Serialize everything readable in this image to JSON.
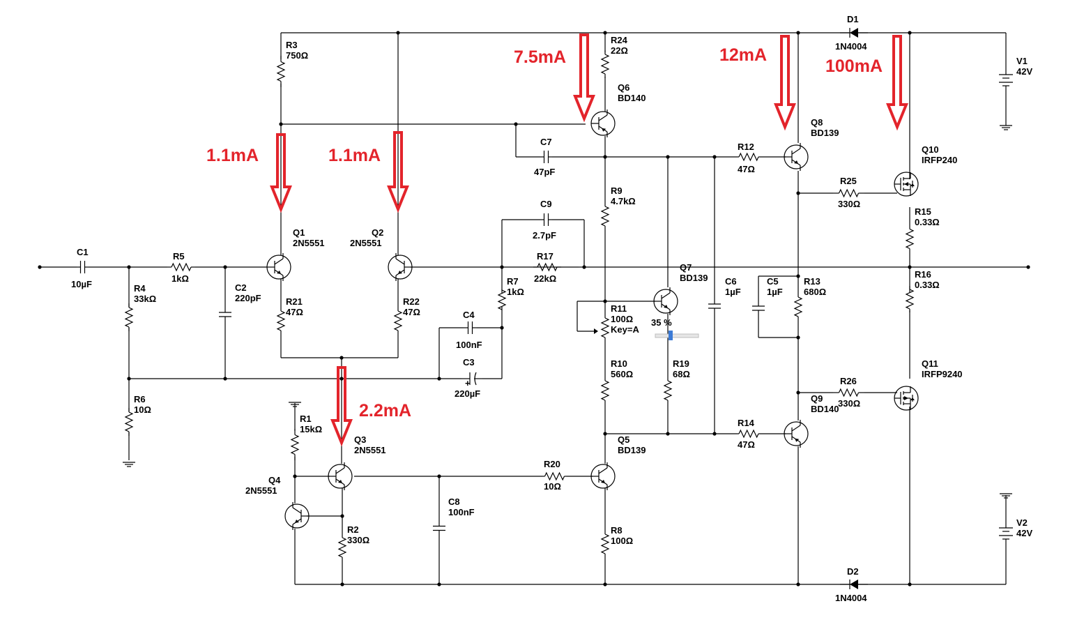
{
  "labels": {
    "C1": [
      "C1",
      "10µF"
    ],
    "R5": [
      "R5",
      "1kΩ"
    ],
    "R4": [
      "R4",
      "33kΩ"
    ],
    "C2": [
      "C2",
      "220pF"
    ],
    "R6": [
      "R6",
      "10Ω"
    ],
    "R3": [
      "R3",
      "750Ω"
    ],
    "Q1": [
      "Q1",
      "2N5551"
    ],
    "Q2": [
      "Q2",
      "2N5551"
    ],
    "R21": [
      "R21",
      "47Ω"
    ],
    "R22": [
      "R22",
      "47Ω"
    ],
    "R1": [
      "R1",
      "15kΩ"
    ],
    "Q3": [
      "Q3",
      "2N5551"
    ],
    "Q4": [
      "Q4",
      "2N5551"
    ],
    "R2": [
      "R2",
      "330Ω"
    ],
    "C8": [
      "C8",
      "100nF"
    ],
    "C4": [
      "C4",
      "100nF"
    ],
    "C3": [
      "C3",
      "220µF"
    ],
    "R7": [
      "R7",
      "1kΩ"
    ],
    "C9": [
      "C9",
      "2.7pF"
    ],
    "R17": [
      "R17",
      "22kΩ"
    ],
    "C7": [
      "C7",
      "47pF"
    ],
    "R20": [
      "R20",
      "10Ω"
    ],
    "R24": [
      "R24",
      "22Ω"
    ],
    "Q6": [
      "Q6",
      "BD140"
    ],
    "R9": [
      "R9",
      "4.7kΩ"
    ],
    "R11": [
      "R11",
      "100Ω",
      "Key=A"
    ],
    "R10": [
      "R10",
      "560Ω"
    ],
    "Q5": [
      "Q5",
      "BD139"
    ],
    "R8": [
      "R8",
      "100Ω"
    ],
    "Q7": [
      "Q7",
      "BD139"
    ],
    "R19": [
      "R19",
      "68Ω"
    ],
    "C6": [
      "C6",
      "1µF"
    ],
    "C5": [
      "C5",
      "1µF"
    ],
    "R13": [
      "R13",
      "680Ω"
    ],
    "R12": [
      "R12",
      "47Ω"
    ],
    "R14": [
      "R14",
      "47Ω"
    ],
    "Q8": [
      "Q8",
      "BD139"
    ],
    "Q9": [
      "Q9",
      "BD140"
    ],
    "R25": [
      "R25",
      "330Ω"
    ],
    "R26": [
      "R26",
      "330Ω"
    ],
    "Q10": [
      "Q10",
      "IRFP240"
    ],
    "Q11": [
      "Q11",
      "IRFP9240"
    ],
    "R15": [
      "R15",
      "0.33Ω"
    ],
    "R16": [
      "R16",
      "0.33Ω"
    ],
    "D1": [
      "D1",
      "1N4004"
    ],
    "D2": [
      "D2",
      "1N4004"
    ],
    "V1": [
      "V1",
      "42V"
    ],
    "V2": [
      "V2",
      "42V"
    ]
  },
  "pot_setting": "35 %",
  "currents": {
    "q1": "1.1mA",
    "q2": "1.1mA",
    "tail": "2.2mA",
    "vas": "7.5mA",
    "driver": "12mA",
    "output": "100mA"
  },
  "colors": {
    "wire": "#000000",
    "annotation": "#e3242b",
    "pot_slider": "#3c7bd6"
  }
}
